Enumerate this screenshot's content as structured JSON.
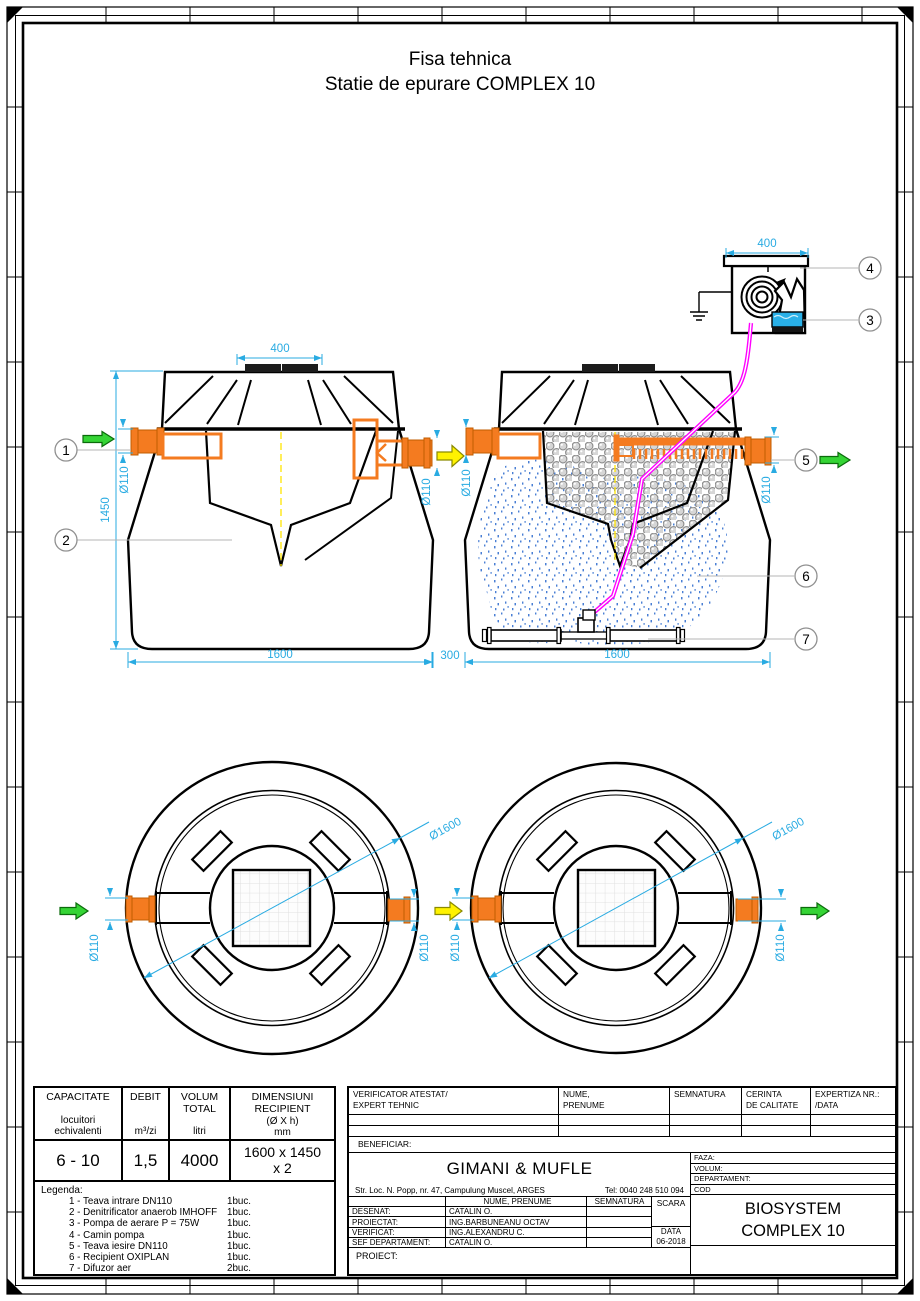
{
  "header": {
    "title_line1": "Fisa tehnica",
    "title_line2": "Statie de epurare COMPLEX 10"
  },
  "dims": {
    "lid_width": "400",
    "pump_width": "400",
    "tank_height": "1450",
    "tank_width": "1600",
    "gap": "300",
    "pipe_dia": "Ø110",
    "plan_dia": "Ø1600"
  },
  "callouts": {
    "c1": "1",
    "c2": "2",
    "c3": "3",
    "c4": "4",
    "c5": "5",
    "c6": "6",
    "c7": "7"
  },
  "capacity_table": {
    "columns": [
      {
        "title": "CAPACITATE",
        "unit": "locuitori\nechivalenti",
        "value": "6 - 10"
      },
      {
        "title": "DEBIT",
        "unit": "m³/zi",
        "value": "1,5"
      },
      {
        "title": "VOLUM\nTOTAL",
        "unit": "litri",
        "value": "4000"
      },
      {
        "title": "DIMENSIUNI\nRECIPIENT",
        "unit": "(Ø X h)\nmm",
        "value": "1600 x 1450\nx 2"
      }
    ]
  },
  "legend": {
    "title": "Legenda:",
    "items": [
      {
        "text": "1 - Teava intrare DN110",
        "qty": "1buc."
      },
      {
        "text": "2 - Denitrificator anaerob IMHOFF",
        "qty": "1buc."
      },
      {
        "text": "3 - Pompa de aerare P = 75W",
        "qty": "1buc."
      },
      {
        "text": "4 - Camin pompa",
        "qty": "1buc."
      },
      {
        "text": "5 - Teava iesire DN110",
        "qty": "1buc."
      },
      {
        "text": "6 - Recipient OXIPLAN",
        "qty": "1buc."
      },
      {
        "text": "7 - Difuzor aer",
        "qty": "2buc."
      }
    ]
  },
  "title_block": {
    "verificator": "VERIFICATOR ATESTAT/\nEXPERT TEHNIC",
    "nume_prenume": "NUME,\nPRENUME",
    "semnatura": "SEMNATURA",
    "cerinta": "CERINTA\nDE CALITATE",
    "expertiza": "EXPERTIZA NR.:\n/DATA",
    "beneficiar": "BENEFICIAR:",
    "company": "GIMANI & MUFLE",
    "address": "Str. Loc. N. Popp, nr. 47, Campulung Muscel, ARGES",
    "phone": "Tel: 0040 248 510 094",
    "faza": "FAZA:",
    "volum": "VOLUM:",
    "departament": "DEPARTAMENT:",
    "cod": "COD",
    "names_header": "NUME, PRENUME",
    "scara": "SCARA",
    "data_label": "DATA",
    "data_value": "06-2018",
    "rows": [
      {
        "label": "DESENAT:",
        "name": "CATALIN O."
      },
      {
        "label": "PROIECTAT:",
        "name": "ING.BARBUNEANU OCTAV"
      },
      {
        "label": "VERIFICAT:",
        "name": "ING.ALEXANDRU C."
      },
      {
        "label": "SEF DEPARTAMENT:",
        "name": "CATALIN O."
      }
    ],
    "product": "BIOSYSTEM\nCOMPLEX 10",
    "proiect": "PROIECT:"
  },
  "colors": {
    "dimension": "#29abe2",
    "pipe_orange": "#f47b20",
    "flow_green": "#35d435",
    "flow_yellow": "#fff200",
    "air_magenta": "#ff00ff",
    "bubbles_blue": "#4a7fd4"
  }
}
